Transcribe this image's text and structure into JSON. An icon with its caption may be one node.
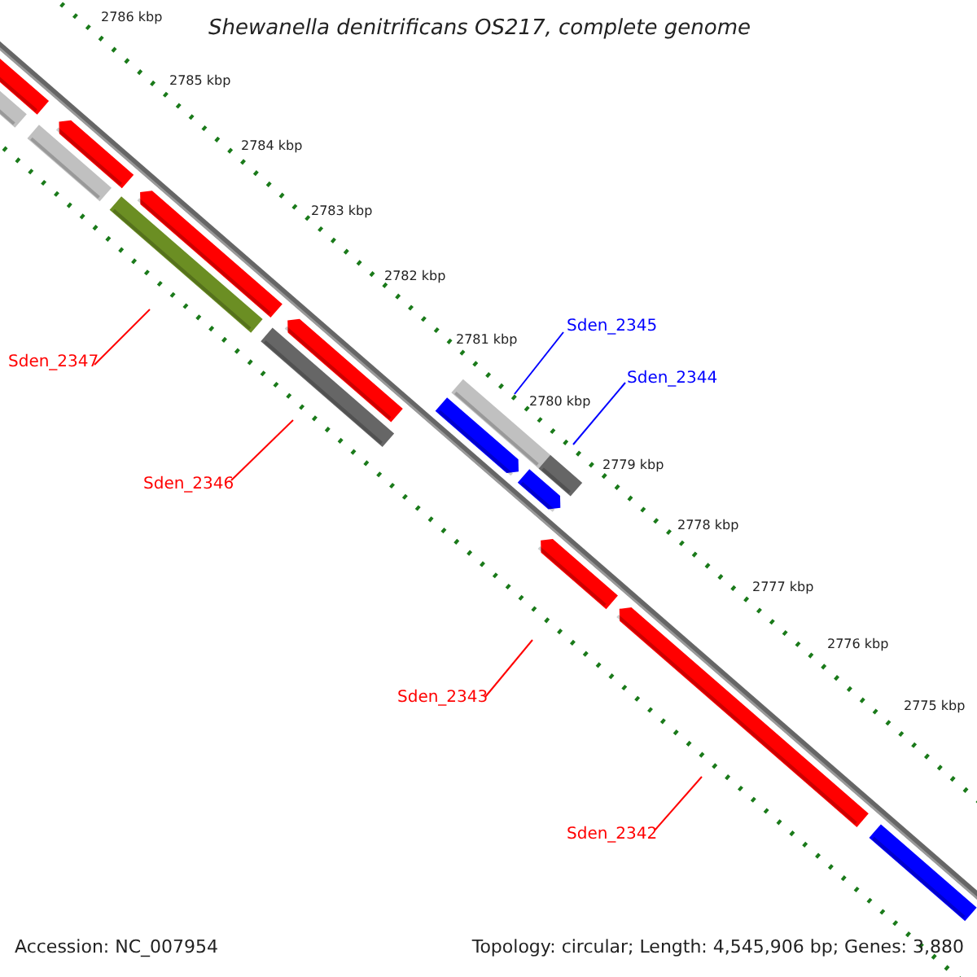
{
  "diagram": {
    "title": "Shewanella denitrificans OS217, complete genome",
    "nodes": [
      {
        "text": [
          "Sden_2347"
        ]
      },
      {
        "text": [
          "Sden_2346"
        ]
      },
      {
        "text": [
          "Sden_2345"
        ]
      },
      {
        "text": [
          "Sden_2344"
        ]
      },
      {
        "text": [
          "Sden_2343"
        ]
      },
      {
        "text": [
          "Sden_2342"
        ]
      }
    ],
    "edges": [
      {
        "from": 0,
        "to": null,
        "arrow": "none"
      },
      {
        "from": 1,
        "to": null,
        "arrow": "none"
      },
      {
        "from": 2,
        "to": null,
        "arrow": "none",
        "color": "#0000ff"
      },
      {
        "from": 3,
        "to": null,
        "arrow": "none",
        "color": "#0000ff"
      },
      {
        "from": 4,
        "to": null,
        "arrow": "none"
      },
      {
        "from": 5,
        "to": null,
        "arrow": "none"
      }
    ],
    "labels": [
      "2786 kbp",
      "2785 kbp",
      "2784 kbp",
      "2783 kbp",
      "2782 kbp",
      "2781 kbp",
      "2780 kbp",
      "2779 kbp",
      "2778 kbp",
      "2777 kbp",
      "2776 kbp",
      "2775 kbp",
      "Accession: NC_007954",
      "Topology: circular; Length: 4,545,906 bp; Genes: 3,880"
    ]
  }
}
